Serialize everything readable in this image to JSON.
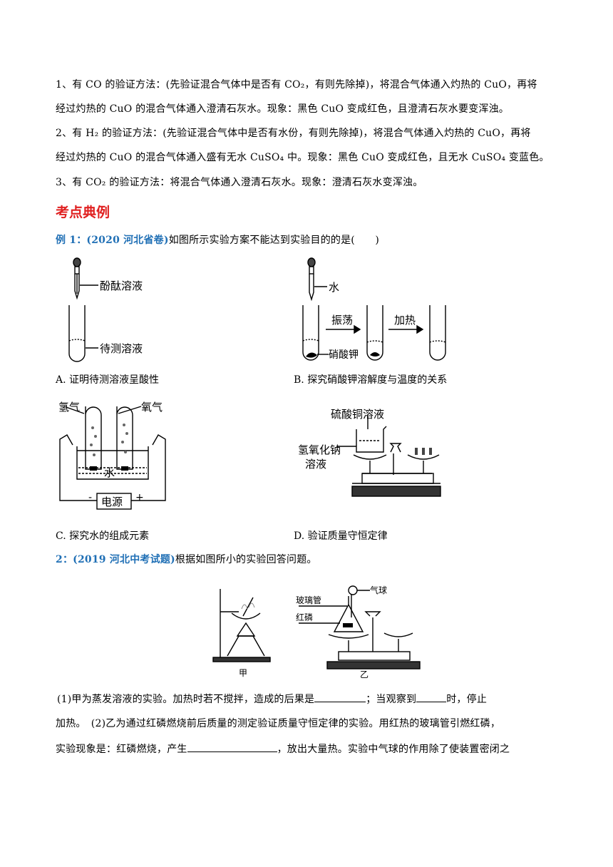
{
  "methods": {
    "m1a": "1、有 CO 的验证方法：(先验证混合气体中是否有 CO₂，有则先除掉)，将混合气体通入灼热的 CuO，再将",
    "m1b": "经过灼热的 CuO 的混合气体通入澄清石灰水。现象：黑色 CuO 变成红色，且澄清石灰水要变浑浊。",
    "m2a": "2、有 H₂ 的验证方法：(先验证混合气体中是否有水份，有则先除掉)，将混合气体通入灼热的 CuO，再将",
    "m2b": "经过灼热的 CuO 的混合气体通入盛有无水 CuSO₄ 中。现象：黑色 CuO 变成红色，且无水 CuSO₄ 变蓝色。",
    "m3": "3、有 CO₂ 的验证方法：将混合气体通入澄清石灰水。现象：澄清石灰水变浑浊。"
  },
  "section_title": "考点典例",
  "example1": {
    "label": "例 1：(2020 河北省卷)",
    "question": "如图所示实验方案不能达到实验目的的是(　　)",
    "figA": {
      "reagent": "酚酞溶液",
      "solution": "待测溶液",
      "caption": "A. 证明待测溶液呈酸性"
    },
    "figB": {
      "water": "水",
      "shake": "振荡",
      "heat": "加热",
      "solid": "硝酸钾",
      "caption": "B. 探究硝酸钾溶解度与温度的关系"
    },
    "figC": {
      "h2": "氢气",
      "o2": "氧气",
      "water": "水",
      "power": "电源",
      "minus": "-",
      "plus": "+",
      "caption": "C. 探究水的组成元素"
    },
    "figD": {
      "cuso4": "硫酸铜溶液",
      "naoh1": "氢氧化钠",
      "naoh2": "溶液",
      "caption": "D. 验证质量守恒定律"
    }
  },
  "example2": {
    "label": "2：(2019 河北中考试题)",
    "question": "根据如图所小的实验回答问题。",
    "fig_jia": "甲",
    "fig_yi": "乙",
    "balloon": "气球",
    "glass_tube": "玻璃管",
    "red_p": "红磷",
    "q1_part1": "(1)甲为蒸发溶液的实验。加热时若不搅拌，造成的后果是",
    "q1_part2": "；当观察到",
    "q1_part3": "时，停止",
    "q1_line2a": "加热。　(2)乙为通过红磷燃烧前后质量的测定验证质量守恒定律的实验。用红热的玻璃管引燃红磷，",
    "q2_line3a": "实验现象是：红磷燃烧，产生",
    "q2_line3b": "，放出大量热。实验中气球的作用除了使装置密闭之"
  }
}
